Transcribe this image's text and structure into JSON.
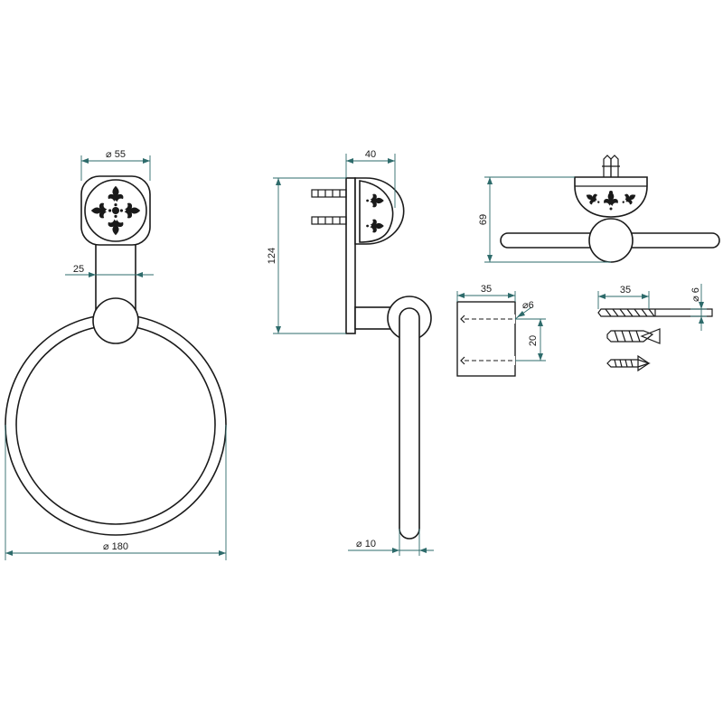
{
  "dimensions": {
    "rosette_diameter": "⌀ 55",
    "arm_width": "25",
    "ring_diameter": "⌀ 180",
    "depth": "40",
    "height": "124",
    "rod_diameter": "⌀ 10",
    "top_height": "69",
    "block_width": "35",
    "hole_diameter": "⌀6",
    "hole_spacing": "20",
    "drill_length": "35",
    "drill_diameter": "⌀ 6"
  },
  "colors": {
    "outline": "#1a1a1a",
    "dimension_lines": "#2e6b6b",
    "background": "#ffffff"
  }
}
